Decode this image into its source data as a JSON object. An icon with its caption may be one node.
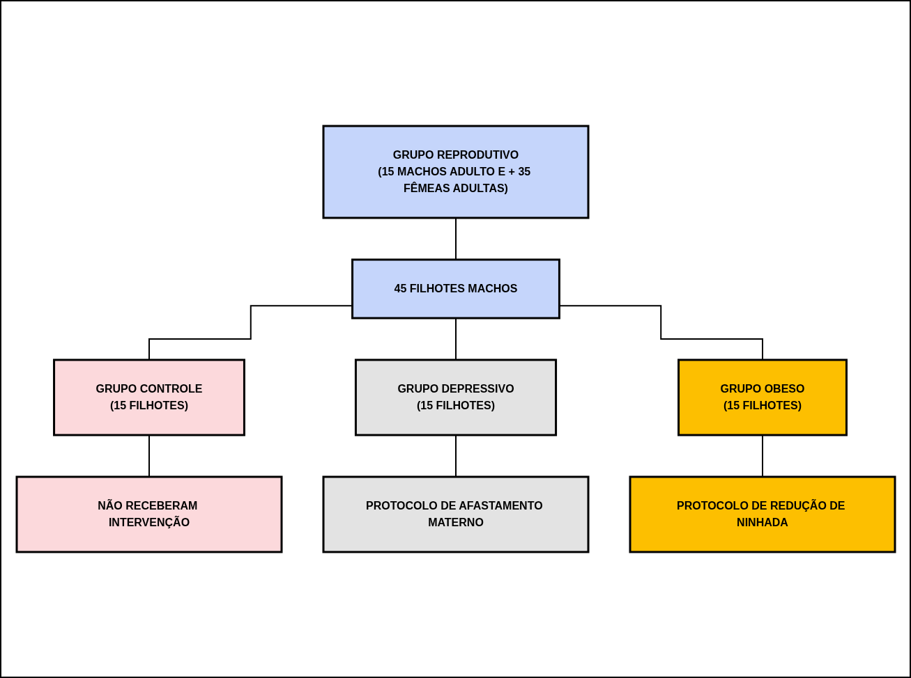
{
  "diagram": {
    "nodes": [
      {
        "text": [
          "GRUPO REPRODUTIVO",
          "(15 MACHOS ADULTO E + 35 FÊMEAS ADULTAS)"
        ]
      },
      {
        "text": [
          "45 FILHOTES MACHOS"
        ]
      },
      {
        "text": [
          "GRUPO CONTROLE",
          "(15 FILHOTES)"
        ]
      },
      {
        "text": [
          "GRUPO DEPRESSIVO",
          "(15 FILHOTES)"
        ]
      },
      {
        "text": [
          "GRUPO OBESO",
          "(15 FILHOTES)"
        ]
      },
      {
        "text": [
          "NÃO RECEBERAM INTERVENÇÃO"
        ]
      },
      {
        "text": [
          "PROTOCOLO DE AFASTAMENTO MATERNO"
        ]
      },
      {
        "text": [
          "PROTOCOLO DE REDUÇÃO DE NINHADA"
        ]
      }
    ],
    "edges": [
      {
        "from": 0,
        "to": 1,
        "arrow": "none"
      },
      {
        "from": 1,
        "to": 2,
        "arrow": "none"
      },
      {
        "from": 1,
        "to": 3,
        "arrow": "none"
      },
      {
        "from": 1,
        "to": 4,
        "arrow": "none"
      },
      {
        "from": 2,
        "to": 5,
        "arrow": "none"
      },
      {
        "from": 3,
        "to": 6,
        "arrow": "none"
      },
      {
        "from": 4,
        "to": 7,
        "arrow": "none"
      }
    ]
  }
}
